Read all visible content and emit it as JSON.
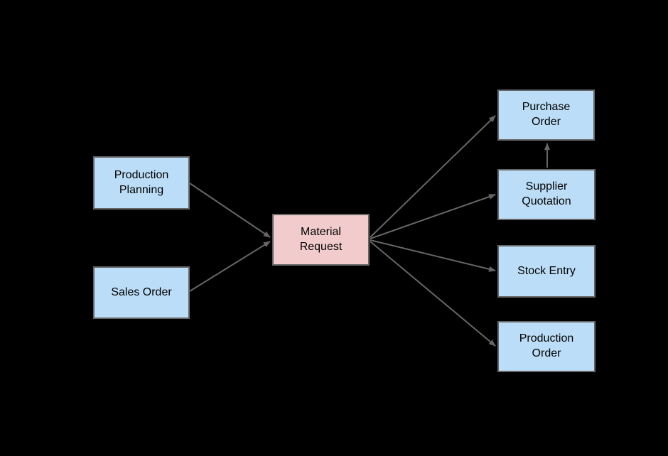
{
  "diagram": {
    "type": "flowchart",
    "colors": {
      "background": "#000000",
      "node_blue_fill": "#bbddf7",
      "node_pink_fill": "#f2cccc",
      "node_border": "#666666",
      "arrow": "#666666",
      "text": "#000000"
    },
    "nodes": {
      "production_planning": {
        "label": "Production Planning",
        "fill": "blue"
      },
      "sales_order": {
        "label": "Sales Order",
        "fill": "blue"
      },
      "material_request": {
        "label": "Material Request",
        "fill": "pink"
      },
      "purchase_order": {
        "label": "Purchase Order",
        "fill": "blue"
      },
      "supplier_quotation": {
        "label": "Supplier Quotation",
        "fill": "blue"
      },
      "stock_entry": {
        "label": "Stock Entry",
        "fill": "blue"
      },
      "production_order": {
        "label": "Production Order",
        "fill": "blue"
      }
    },
    "edges": [
      {
        "from": "Production Planning",
        "to": "Material Request"
      },
      {
        "from": "Sales Order",
        "to": "Material Request"
      },
      {
        "from": "Material Request",
        "to": "Purchase Order"
      },
      {
        "from": "Material Request",
        "to": "Supplier Quotation"
      },
      {
        "from": "Material Request",
        "to": "Stock Entry"
      },
      {
        "from": "Material Request",
        "to": "Production Order"
      },
      {
        "from": "Supplier Quotation",
        "to": "Purchase Order"
      }
    ]
  }
}
